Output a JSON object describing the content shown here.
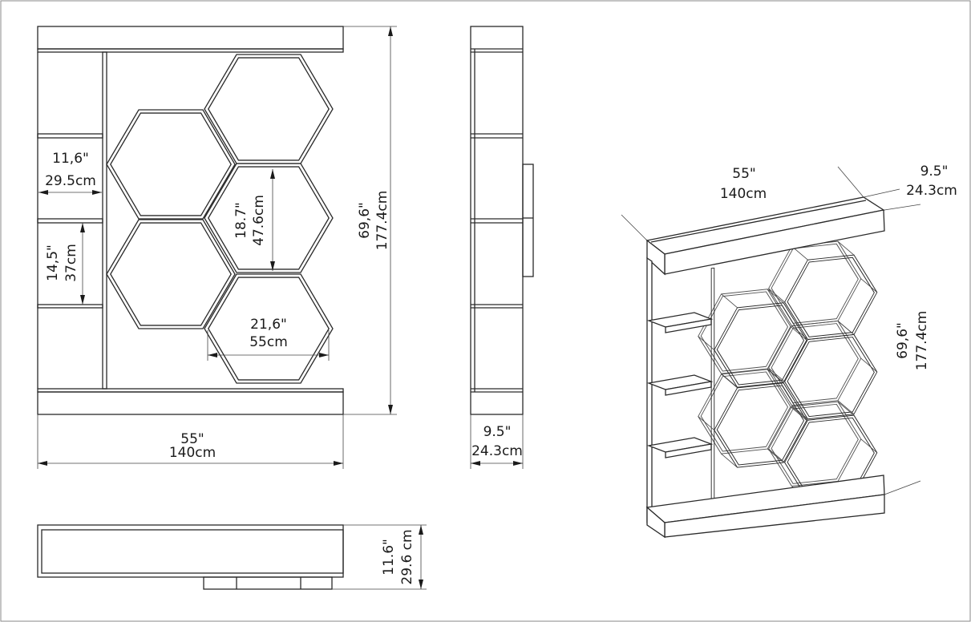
{
  "front_view": {
    "width_in": "55\"",
    "width_cm": "140cm",
    "height_in": "69,6\"",
    "height_cm": "177.4cm",
    "column_width_in": "11,6\"",
    "column_width_cm": "29.5cm",
    "shelf_gap_in": "14,5\"",
    "shelf_gap_cm": "37cm",
    "hex_height_in": "18.7\"",
    "hex_height_cm": "47.6cm",
    "hex_width_in": "21,6\"",
    "hex_width_cm": "55cm"
  },
  "side_view": {
    "depth_in": "9.5\"",
    "depth_cm": "24.3cm"
  },
  "top_view": {
    "depth_in": "11.6\"",
    "depth_cm": "29.6 cm"
  },
  "iso_view": {
    "width_in": "55\"",
    "width_cm": "140cm",
    "depth_in": "9.5\"",
    "depth_cm": "24.3cm",
    "height_in": "69,6\"",
    "height_cm": "177.4cm"
  }
}
